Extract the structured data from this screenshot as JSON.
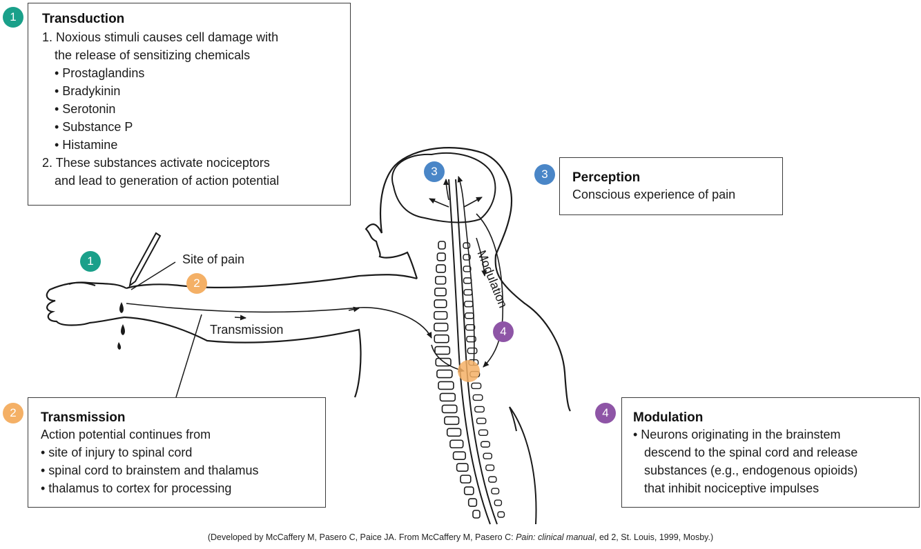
{
  "colors": {
    "transduction": "#1aa08a",
    "transmission": "#f4b066",
    "perception": "#4a86c7",
    "modulation": "#8e55a6"
  },
  "transduction": {
    "badge": "1",
    "title": "Transduction",
    "lines": [
      "1. Noxious stimuli causes cell damage with",
      "the release of sensitizing chemicals",
      "• Prostaglandins",
      "• Bradykinin",
      "• Serotonin",
      "• Substance P",
      "• Histamine",
      "2. These substances activate nociceptors",
      "and lead to generation of action potential"
    ]
  },
  "transmission": {
    "badge": "2",
    "title": "Transmission",
    "lines": [
      "Action potential continues from",
      "• site of injury to spinal cord",
      "• spinal cord to brainstem and thalamus",
      "• thalamus to cortex for processing"
    ]
  },
  "perception": {
    "badge": "3",
    "title": "Perception",
    "lines": [
      "Conscious experience of pain"
    ]
  },
  "modulation": {
    "badge": "4",
    "title": "Modulation",
    "lines": [
      "• Neurons originating in the brainstem",
      "descend to the spinal cord and release",
      "substances (e.g., endogenous opioids)",
      "that inhibit nociceptive impulses"
    ]
  },
  "figure_labels": {
    "site_of_pain": "Site of pain",
    "transmission": "Transmission",
    "modulation": "Modulation",
    "badge_1": "1",
    "badge_2": "2",
    "badge_3": "3",
    "badge_4": "4"
  },
  "caption": {
    "before": "(Developed by McCaffery M, Pasero C, Paice JA. From McCaffery M, Pasero C: ",
    "italic": "Pain: clinical manual",
    "after": ", ed 2, St. Louis, 1999, Mosby.)"
  }
}
